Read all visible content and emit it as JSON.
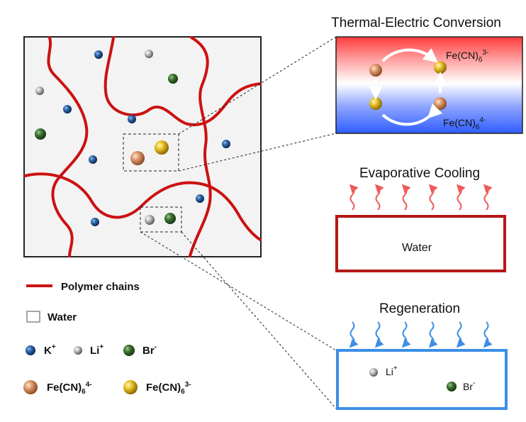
{
  "titles": {
    "thermal": "Thermal-Electric Conversion",
    "evap": "Evaporative Cooling",
    "regen": "Regeneration"
  },
  "boxes": {
    "water_label": "Water",
    "regen_li": "Li",
    "regen_li_charge": "+",
    "regen_br": "Br",
    "regen_br_charge": "-"
  },
  "thermal_labels": {
    "top_base": "Fe(CN)",
    "top_sub": "6",
    "top_sup": "3-",
    "bottom_base": "Fe(CN)",
    "bottom_sub": "6",
    "bottom_sup": "4-"
  },
  "legend": {
    "polymer": "Polymer chains",
    "water": "Water",
    "k": "K",
    "k_charge": "+",
    "li": "Li",
    "li_charge": "+",
    "br": "Br",
    "br_charge": "-",
    "fe4_base": "Fe(CN)",
    "fe4_sub": "6",
    "fe4_sup": "4-",
    "fe3_base": "Fe(CN)",
    "fe3_sub": "6",
    "fe3_sup": "3-"
  },
  "colors": {
    "polymer": "#cc1111",
    "k": "#1f4f8f",
    "li": "#9a9a9a",
    "br": "#2e5e22",
    "fe4": "#d48d5e",
    "fe3": "#e0b81c",
    "evap_arrows": "#ef5a5a",
    "regen_arrows": "#3d8ee8",
    "regen_box": "#3d8ee8",
    "water_box": "#b51818"
  }
}
